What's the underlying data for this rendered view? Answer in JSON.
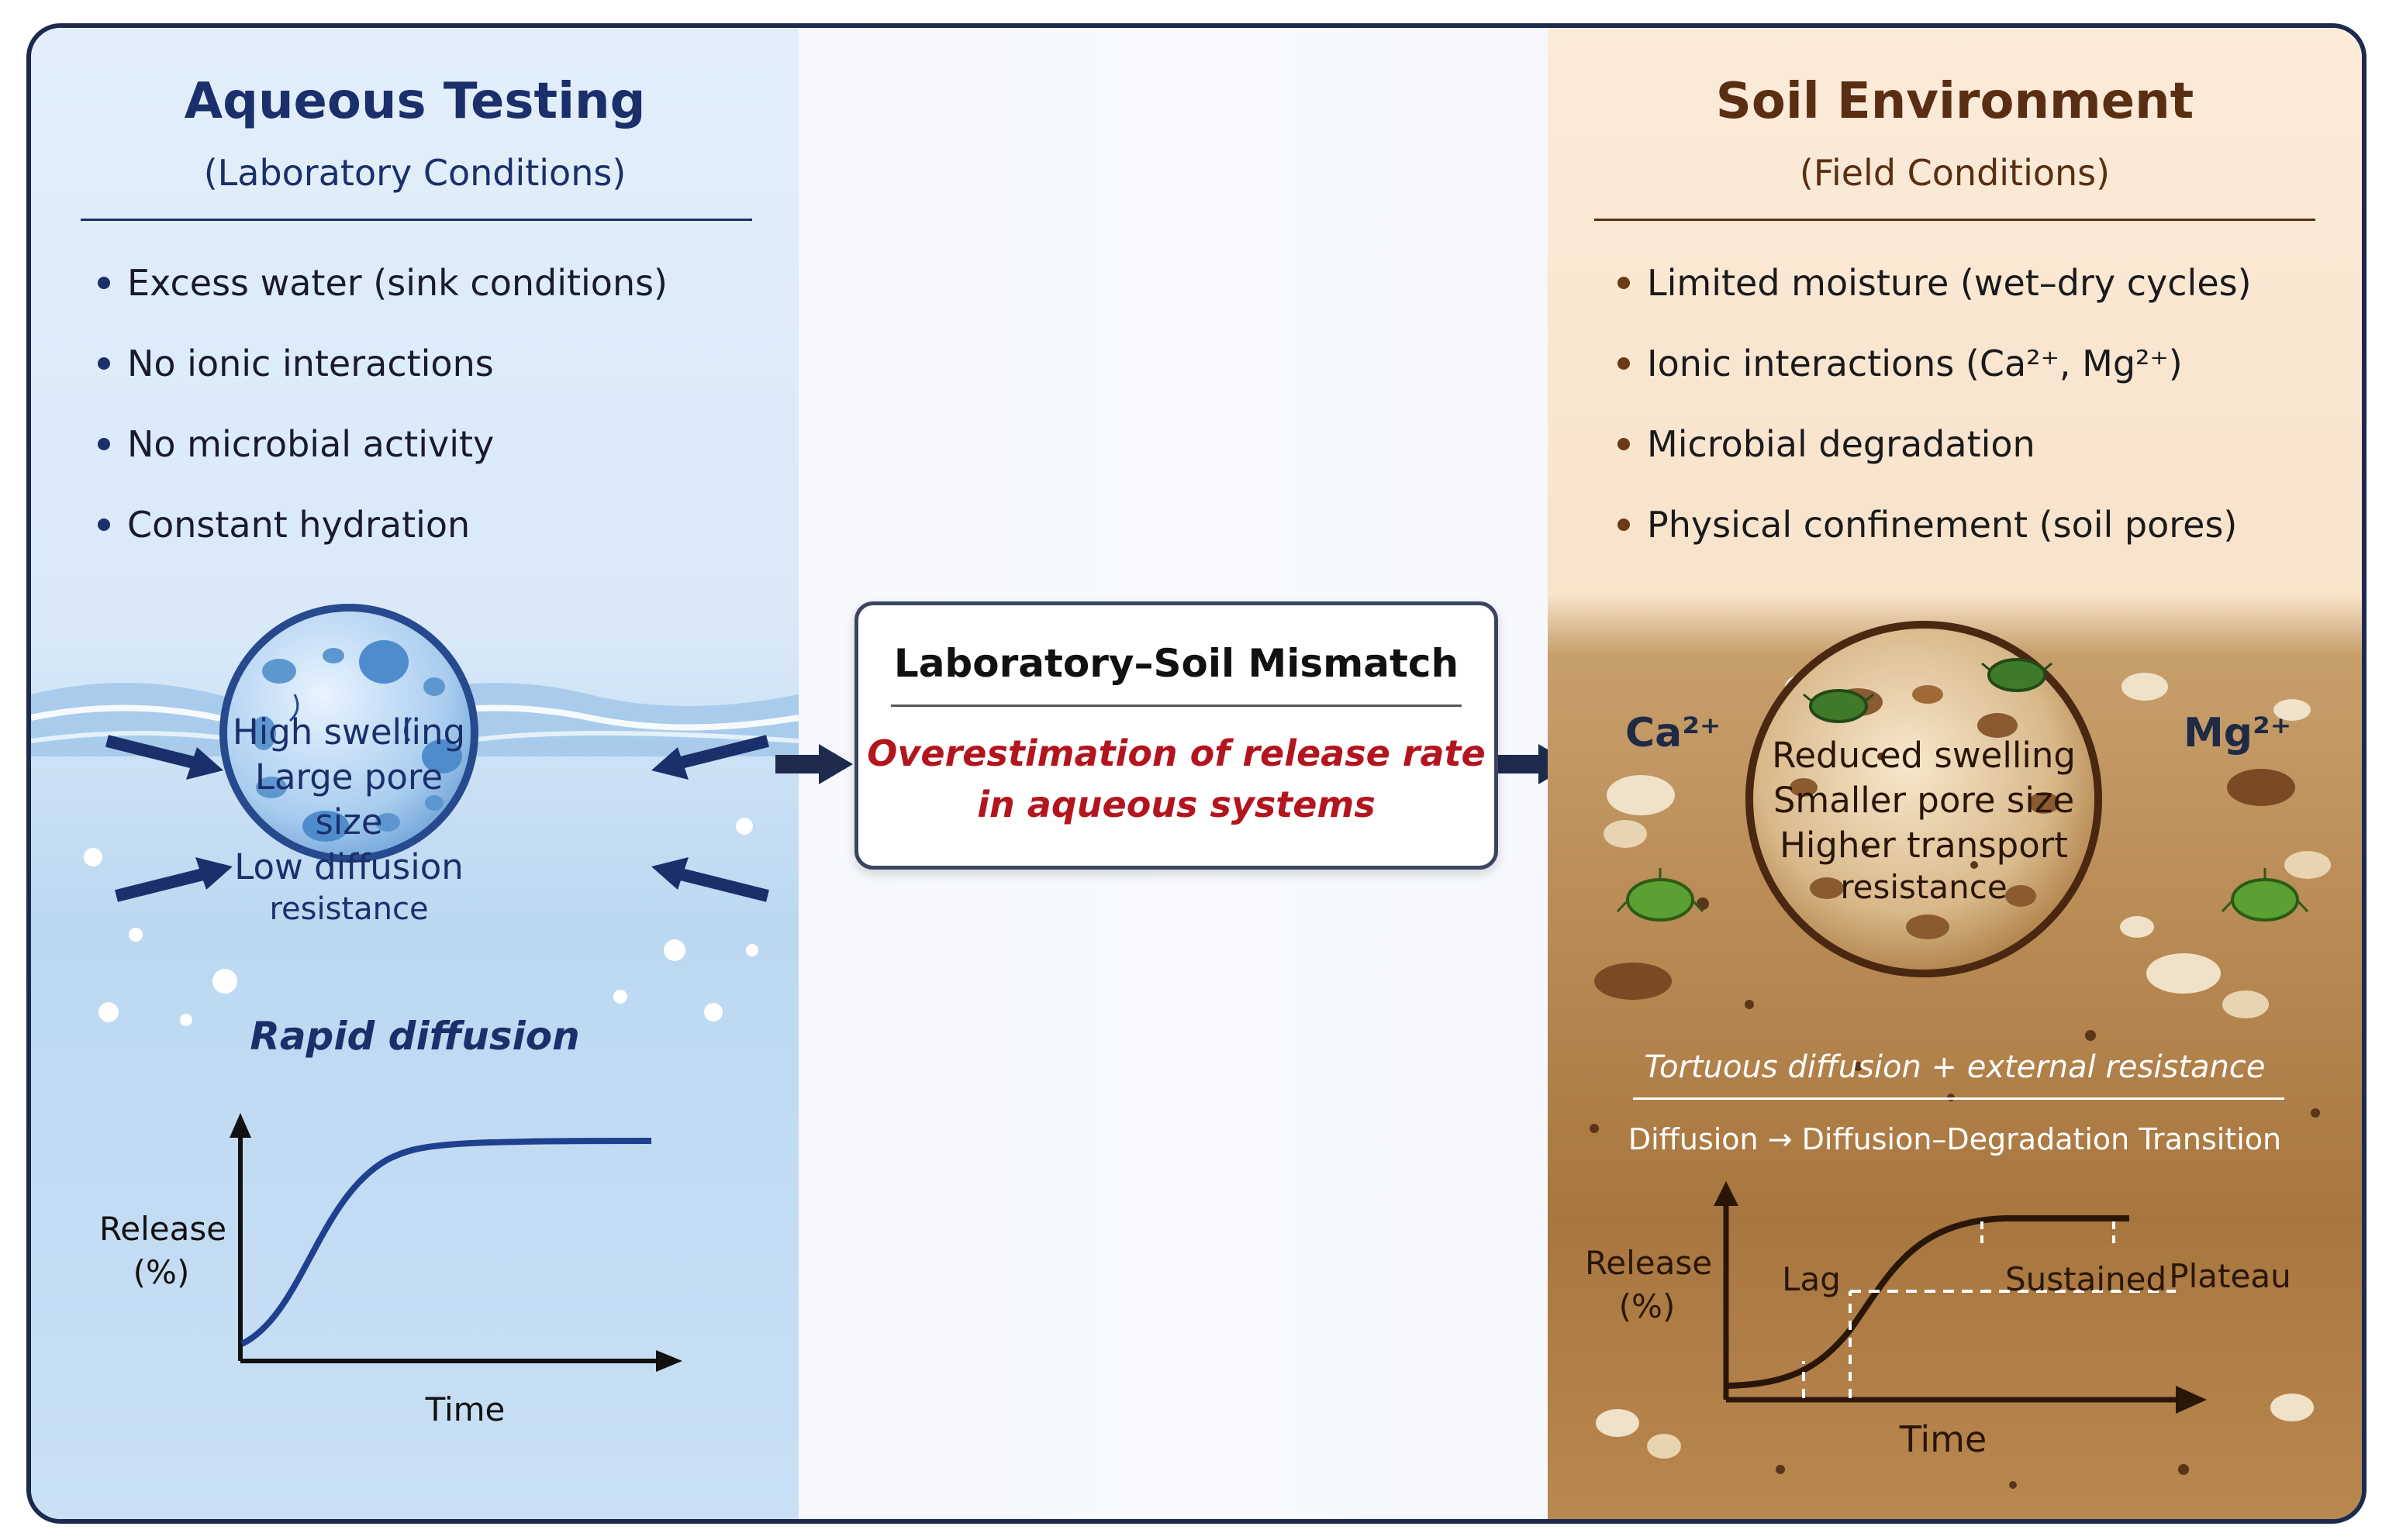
{
  "left_panel": {
    "title": "Aqueous Testing",
    "subtitle": "(Laboratory Conditions)",
    "bullets": [
      "Excess water (sink conditions)",
      "No ionic interactions",
      "No microbial activity",
      "Constant hydration"
    ],
    "circle_lines": [
      "High swelling",
      "Large pore size",
      "Low diffusion",
      "resistance"
    ],
    "caption": "Rapid diffusion",
    "chart": {
      "ylabel_line1": "Release",
      "ylabel_line2": "(%)",
      "xlabel": "Time"
    }
  },
  "center_box": {
    "title": "Laboratory–Soil Mismatch",
    "line1": "Overestimation of release rate",
    "line2": "in aqueous systems"
  },
  "right_panel": {
    "title": "Soil Environment",
    "subtitle": "(Field Conditions)",
    "bullets": [
      "Limited moisture (wet–dry cycles)",
      "Ionic interactions (Ca²⁺, Mg²⁺)",
      "Microbial degradation",
      "Physical confinement (soil pores)"
    ],
    "ion_left": "Ca²⁺",
    "ion_right": "Mg²⁺",
    "circle_lines": [
      "Reduced swelling",
      "Smaller pore size",
      "Higher transport",
      "resistance"
    ],
    "caption1": "Tortuous diffusion + external resistance",
    "caption2": "Diffusion → Diffusion–Degradation Transition",
    "chart": {
      "ylabel_line1": "Release",
      "ylabel_line2": "(%)",
      "xlabel": "Time",
      "phase_lag": "Lag",
      "phase_sustained": "Sustained",
      "phase_plateau": "Plateau"
    }
  },
  "colors": {
    "navy": "#1b2f6b",
    "brown": "#5a2e12",
    "red": "#b3151f",
    "water_blue": "#6fa8dc",
    "soil_brown": "#a8763f"
  }
}
